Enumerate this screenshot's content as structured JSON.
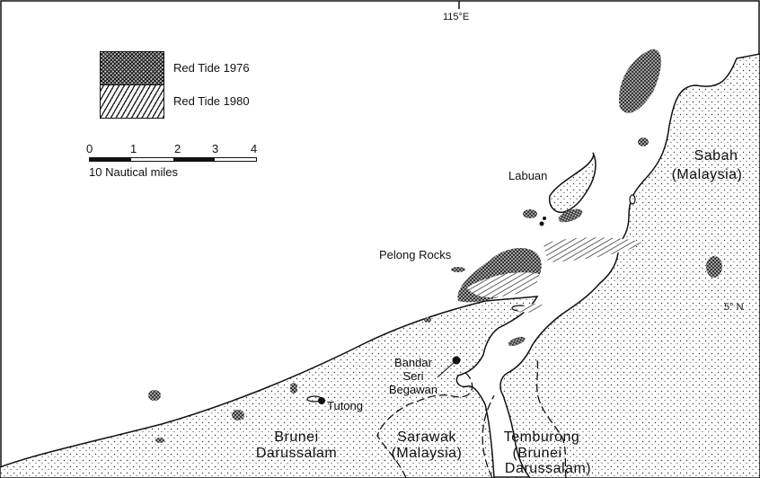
{
  "longitude_label": "115°E",
  "latitude_label": "5° N",
  "legend": {
    "items": [
      {
        "label": "Red Tide  1976",
        "pattern": "crosshatch"
      },
      {
        "label": "Red Tide  1980",
        "pattern": "diagonal-hatch"
      }
    ]
  },
  "scale": {
    "ticks": [
      "0",
      "1",
      "2",
      "3",
      "4"
    ],
    "unit_label": "10 Nautical miles"
  },
  "places": {
    "sabah": "Sabah",
    "sabah_country": "(Malaysia)",
    "labuan": "Labuan",
    "pelong_rocks": "Pelong Rocks",
    "bandar_1": "Bandar",
    "bandar_2": "Seri",
    "bandar_3": "Begawan",
    "tutong": "Tutong",
    "brunei_1": "Brunei",
    "brunei_2": "Darussalam",
    "sarawak_1": "Sarawak",
    "sarawak_2": "(Malaysia)",
    "temburong_1": "Temburong",
    "temburong_2": "(Brunei",
    "temburong_3": "Darussalam)"
  },
  "colors": {
    "ink": "#111111",
    "paper": "#ffffff"
  }
}
